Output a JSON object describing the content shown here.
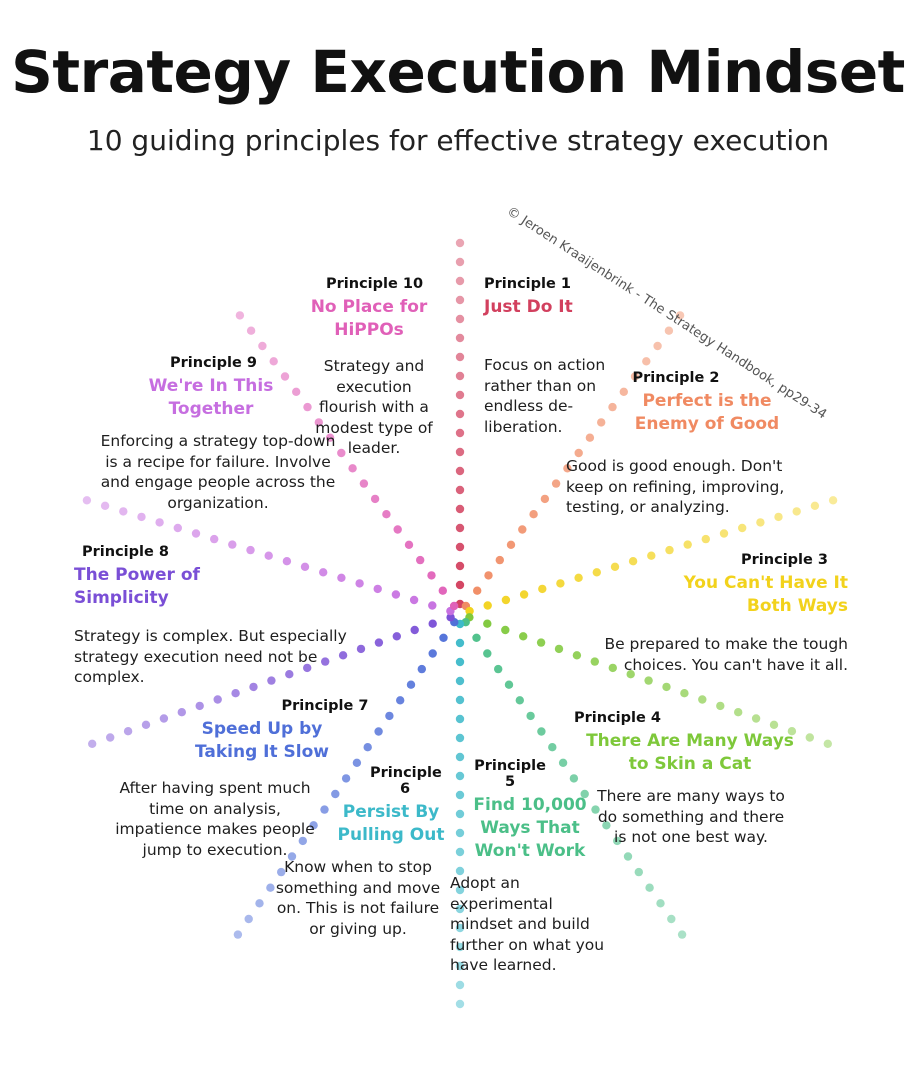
{
  "header": {
    "title": "Strategy Execution Mindset",
    "subtitle": "10 guiding principles for effective strategy execution"
  },
  "copyright": "© Jeroen Kraaijenbrink - The Strategy Handbook, pp29-34",
  "principles": [
    {
      "label": "Principle 1",
      "name": "Just Do It",
      "description": "Focus on action rather than on endless de-liberation.",
      "color": "#d2405e"
    },
    {
      "label": "Principle 2",
      "name": "Perfect is the Enemy of Good",
      "description": "Good is good enough. Don't keep on refining, improving, testing, or analyzing.",
      "color": "#f08a62"
    },
    {
      "label": "Principle 3",
      "name": "You Can't Have It Both Ways",
      "description": "Be prepared to make the tough choices. You can't have it all.",
      "color": "#f2d21c"
    },
    {
      "label": "Principle 4",
      "name": "There Are Many Ways to Skin a Cat",
      "description": "There are many ways to do something and there is not one best way.",
      "color": "#7ec83a"
    },
    {
      "label": "Principle 5",
      "name": "Find 10,000 Ways That Won't Work",
      "description": "Adopt an experimental mindset and build further on what you have learned.",
      "color": "#4bbf88"
    },
    {
      "label": "Principle 6",
      "name": "Persist By Pulling Out",
      "description": "Know when to stop something and move on. This is not failure or giving up.",
      "color": "#3cb9c9"
    },
    {
      "label": "Principle 7",
      "name": "Speed Up by Taking It Slow",
      "description": "After having spent much time on analysis, impatience makes people jump to execution.",
      "color": "#4f6fd8"
    },
    {
      "label": "Principle 8",
      "name": "The Power of Simplicity",
      "description": "Strategy is complex. But especially strategy execution need not be complex.",
      "color": "#7a4fd6"
    },
    {
      "label": "Principle 9",
      "name": "We're In This Together",
      "description": "Enforcing a strategy top-down is a recipe for failure. Involve and engage people across the organization.",
      "color": "#c66ee0"
    },
    {
      "label": "Principle 10",
      "name": "No Place for HiPPOs",
      "description": "Strategy and execution flourish with a modest type of leader.",
      "color": "#e060b8"
    }
  ]
}
